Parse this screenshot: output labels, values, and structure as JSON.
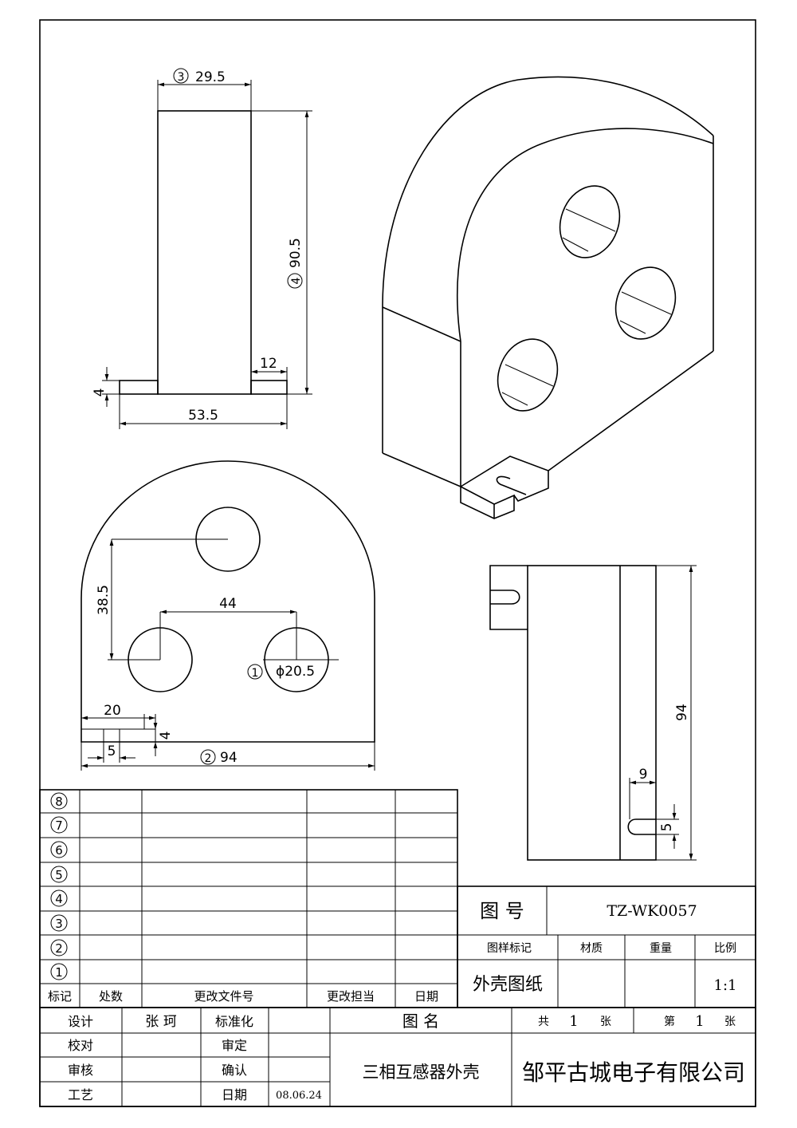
{
  "drawing": {
    "dims_front": {
      "width_top": "29.5",
      "width_top_marker": "3",
      "height": "90.5",
      "height_marker": "4",
      "foot_width": "12",
      "foot_height": "4",
      "base_width": "53.5"
    },
    "dims_side": {
      "hole_offset_v": "38.5",
      "hole_spacing": "44",
      "hole_dia": "ϕ20.5",
      "hole_dia_marker": "1",
      "slot_width": "20",
      "slot_depth": "4",
      "slot_gap": "5",
      "total_width": "94",
      "total_width_marker": "2"
    },
    "dims_right": {
      "height": "94",
      "slot_len": "9",
      "slot_w": "5"
    }
  },
  "revisions": {
    "markers": [
      "8",
      "7",
      "6",
      "5",
      "4",
      "3",
      "2",
      "1"
    ],
    "headers": {
      "mark": "标记",
      "count": "处数",
      "doc": "更改文件号",
      "signer": "更改担当",
      "date": "日期"
    }
  },
  "titleblock": {
    "drawing_no_label": "图  号",
    "drawing_no": "TZ-WK0057",
    "sample_mark_label": "图样标记",
    "material_label": "材质",
    "weight_label": "重量",
    "scale_label": "比例",
    "sample_mark": "外壳图纸",
    "scale": "1:1",
    "design_label": "设计",
    "designer": "张  珂",
    "standard_label": "标准化",
    "check_label": "校对",
    "approve_label": "审定",
    "review_label": "审核",
    "confirm_label": "确认",
    "process_label": "工艺",
    "date_label": "日期",
    "date": "08.06.24",
    "name_label": "图  名",
    "total_label": "共",
    "total": "1",
    "sheet_unit": "张",
    "page_label": "第",
    "page": "1",
    "name": "三相互感器外壳",
    "company": "邹平古城电子有限公司"
  }
}
